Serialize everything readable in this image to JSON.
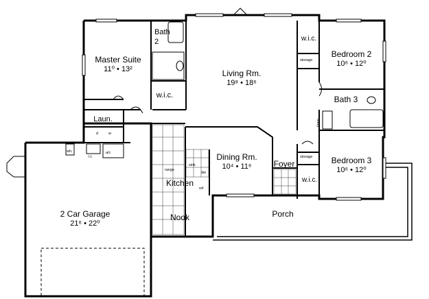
{
  "rooms": {
    "master_suite": {
      "name": "Master Suite",
      "dims": "11⁰ • 13²"
    },
    "bath2": {
      "name": "Bath 2"
    },
    "wic_master": {
      "name": "w.i.c."
    },
    "living": {
      "name": "Living Rm.",
      "dims": "19⁸ • 18⁶"
    },
    "bedroom2": {
      "name": "Bedroom 2",
      "dims": "10⁶ • 12⁰"
    },
    "wic_bed2": {
      "name": "w.i.c."
    },
    "bath3": {
      "name": "Bath 3"
    },
    "laundry": {
      "name": "Laun."
    },
    "dining": {
      "name": "Dining Rm.",
      "dims": "10⁴ • 11⁶"
    },
    "foyer": {
      "name": "Foyer"
    },
    "bedroom3": {
      "name": "Bedroom 3",
      "dims": "10⁶ • 12⁰"
    },
    "wic_bed3": {
      "name": "w.i.c."
    },
    "kitchen": {
      "name": "Kitchen"
    },
    "nook": {
      "name": "Nook"
    },
    "garage": {
      "name": "2 Car Garage",
      "dims": "21⁶ • 22⁰"
    },
    "porch": {
      "name": "Porch"
    }
  },
  "fixtures": {
    "storage_top": "storage",
    "storage_bottom": "storage",
    "linen": "linen",
    "wh": "wh.",
    "lt": "l.t.",
    "ac": "a/c",
    "d": "d",
    "w": "w",
    "range": "range",
    "sink": "sink",
    "dw": "dw",
    "ref": "ref"
  }
}
